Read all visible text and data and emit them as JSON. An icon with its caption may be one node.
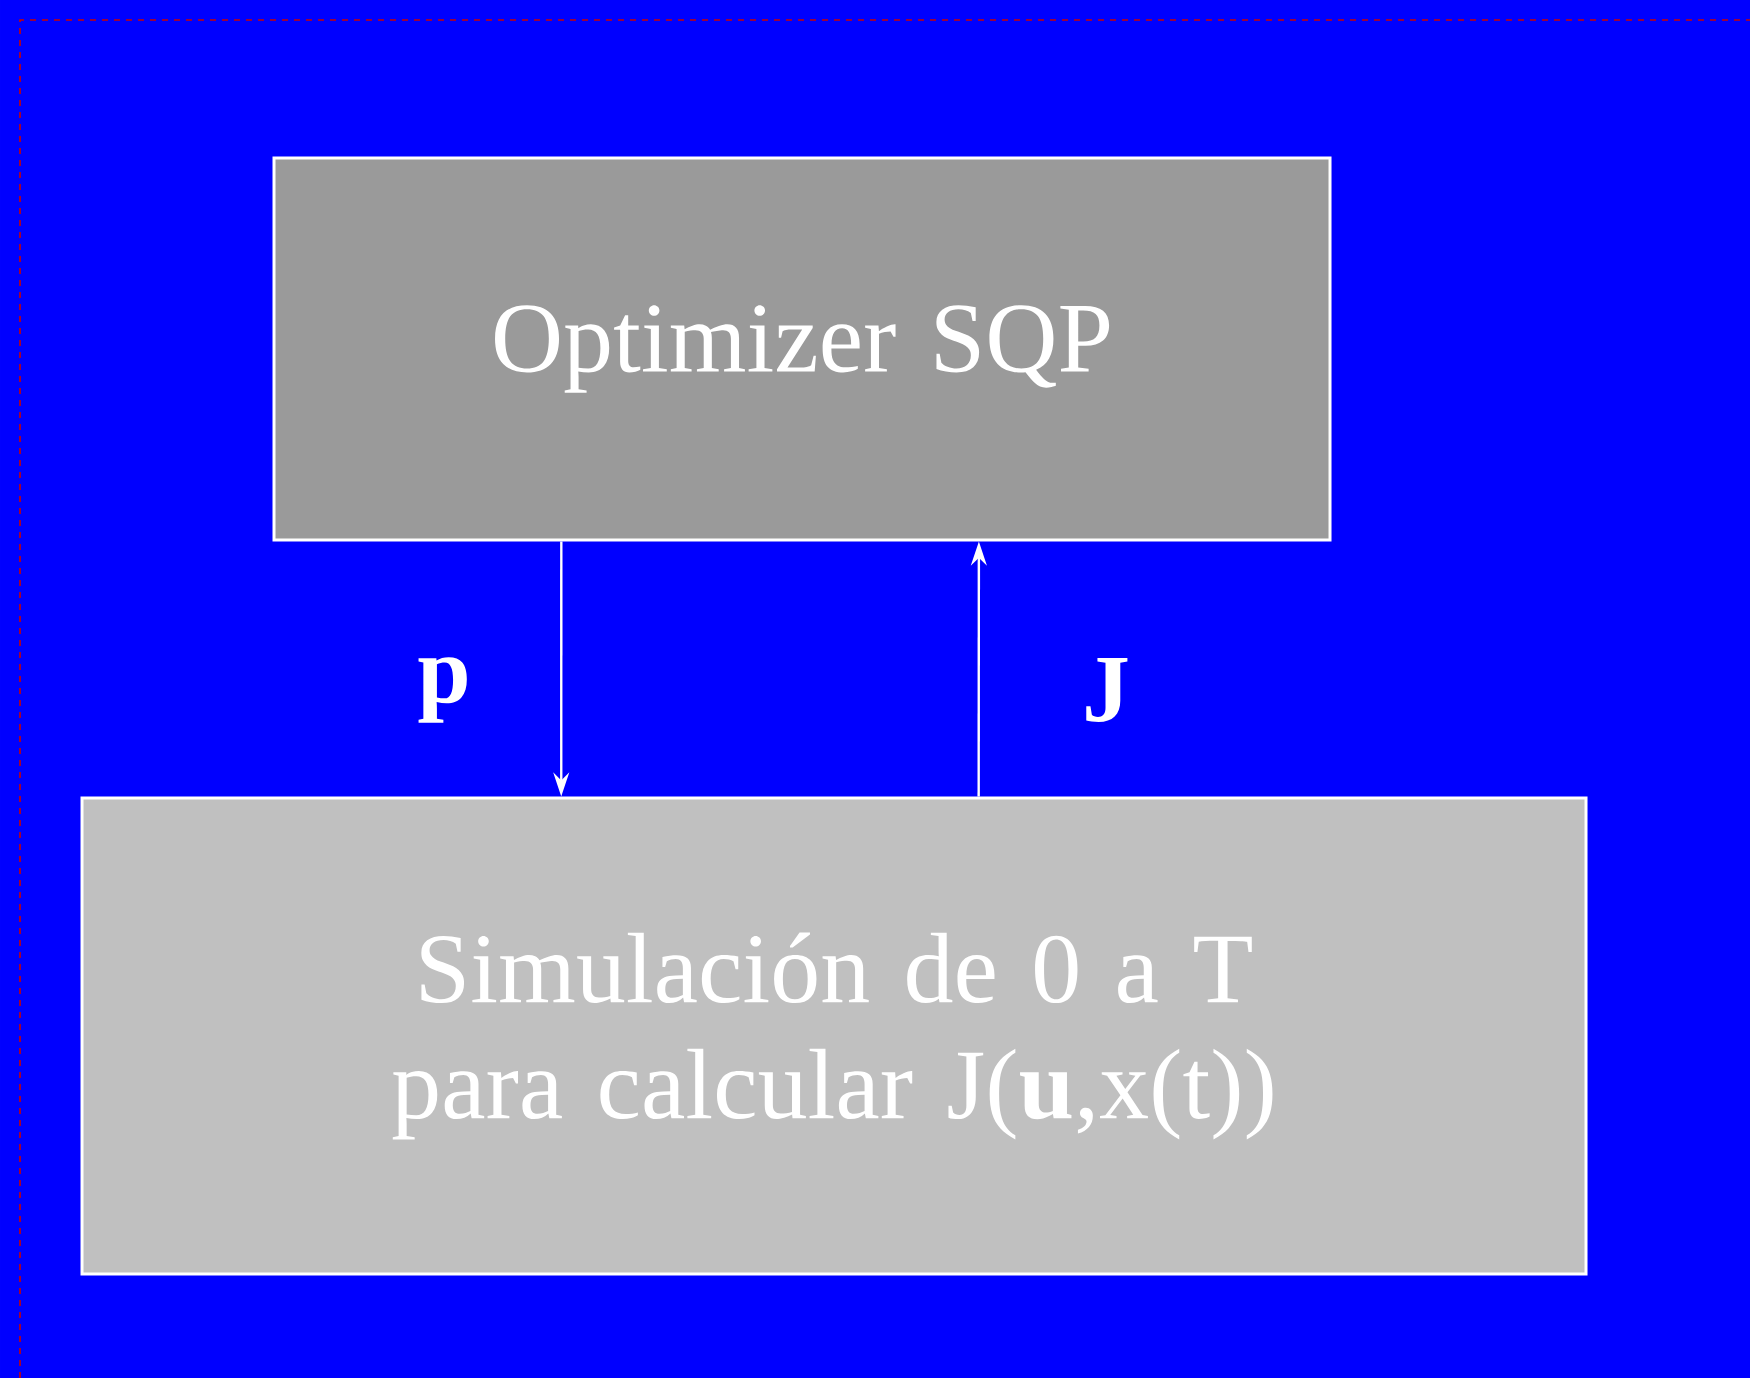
{
  "diagram": {
    "nodes": [
      {
        "text": [
          "Optimizer SQP"
        ]
      },
      {
        "text": [
          "Simulación de 0 a T para calcular J(**u**,x(t))"
        ]
      }
    ],
    "edges": [
      {
        "from": 0,
        "to": 1,
        "arrow": "to",
        "label": "p"
      },
      {
        "from": 1,
        "to": 0,
        "arrow": "to",
        "label": "J"
      }
    ]
  }
}
